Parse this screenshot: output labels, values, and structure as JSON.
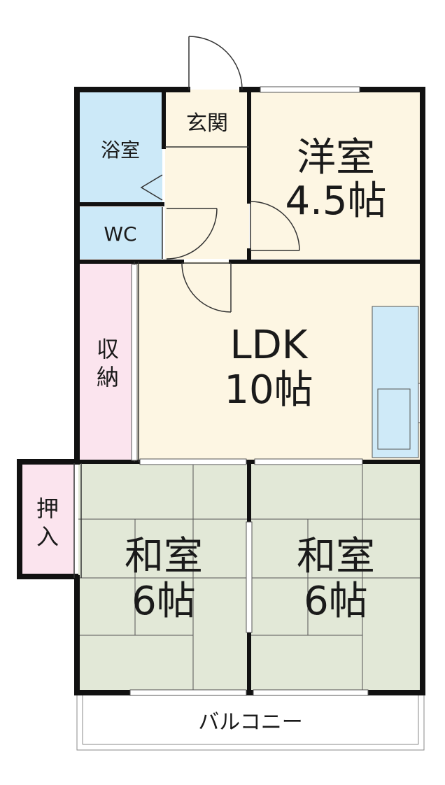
{
  "rooms": {
    "entrance": {
      "name": "玄関"
    },
    "bath": {
      "name": "浴室"
    },
    "toilet": {
      "name": "WC"
    },
    "western_room": {
      "name": "洋室",
      "size": "4.5帖"
    },
    "ldk": {
      "name": "LDK",
      "size": "10帖"
    },
    "storage": {
      "name_line1": "収",
      "name_line2": "納"
    },
    "closet": {
      "name_line1": "押",
      "name_line2": "入"
    },
    "japanese_room_left": {
      "name": "和室",
      "size": "6帖"
    },
    "japanese_room_right": {
      "name": "和室",
      "size": "6帖"
    },
    "balcony": {
      "name": "バルコニー"
    }
  },
  "colors": {
    "wall": "#111111",
    "bath_wc": "#cce9f8",
    "western_ldk_entry": "#fdf6e3",
    "storage_closet": "#fbe4ee",
    "tatami": "#e2e8d7",
    "kitchen": "#cfeaf8"
  }
}
